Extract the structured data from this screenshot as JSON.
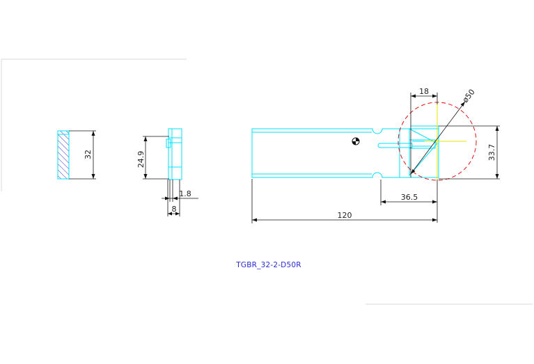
{
  "drawing": {
    "part_label": "TGBR_32-2-D50R",
    "dimensions": {
      "end_height": "32",
      "side_height": "24.9",
      "side_tab": "1.8",
      "side_width": "8",
      "top_offset": "18",
      "diameter": "ø50",
      "right_height": "33.7",
      "insert_offset": "36.5",
      "overall_length": "120"
    }
  },
  "colors": {
    "outline": "#00e0ff",
    "dimension": "#111111",
    "hatch": "#3a3ad8",
    "circle": "#e01010",
    "centerline": "#e6e600",
    "text_blue": "#2a2ad0"
  }
}
